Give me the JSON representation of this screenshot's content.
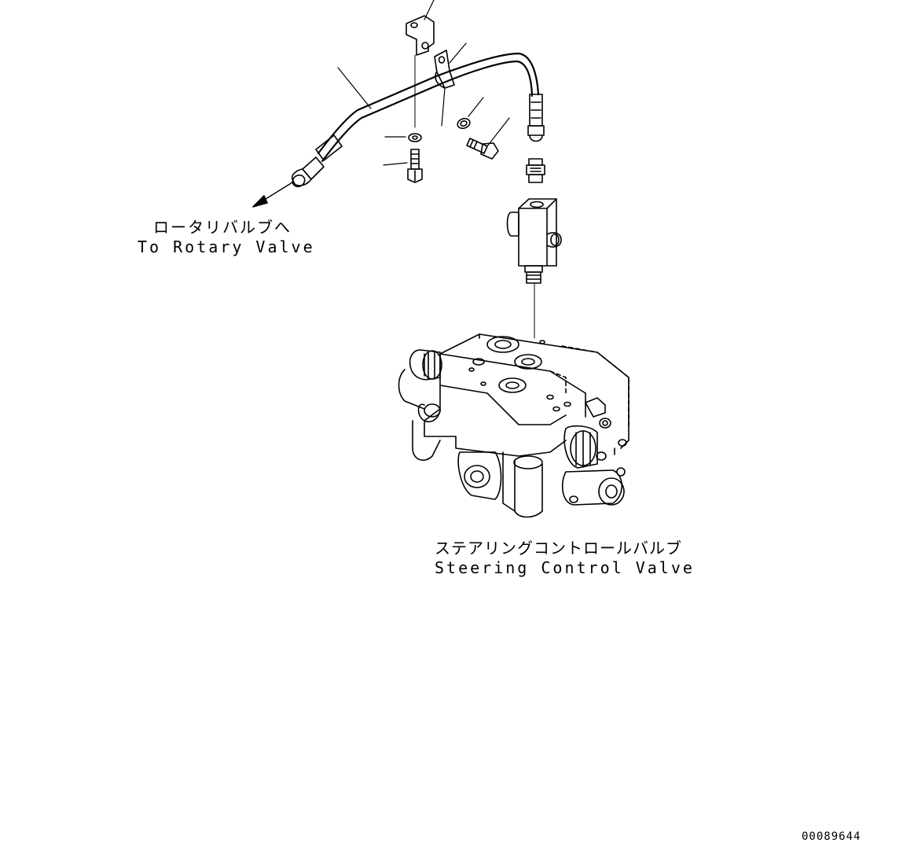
{
  "labels": {
    "rotary_valve_ja": "ロータリバルブへ",
    "rotary_valve_en": "To Rotary Valve",
    "steering_valve_ja": "ステアリングコントロールバルブ",
    "steering_valve_en": "Steering Control Valve"
  },
  "document_id": "00089644",
  "colors": {
    "line": "#000000",
    "background": "#ffffff"
  },
  "icons": {
    "flow_arrow": "arrow-left-down-icon"
  }
}
